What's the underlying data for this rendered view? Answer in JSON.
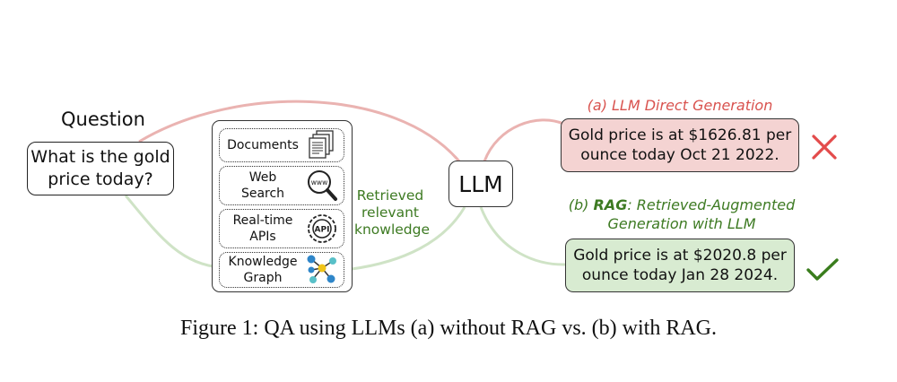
{
  "question": {
    "heading": "Question",
    "text_line1": "What is the gold",
    "text_line2": "price today?"
  },
  "sources": {
    "items": [
      {
        "line1": "Documents",
        "line2": "",
        "icon": "documents-icon"
      },
      {
        "line1": "Web",
        "line2": "Search",
        "icon": "web-search-icon"
      },
      {
        "line1": "Real-time",
        "line2": "APIs",
        "icon": "api-icon"
      },
      {
        "line1": "Knowledge",
        "line2": "Graph",
        "icon": "knowledge-graph-icon"
      }
    ],
    "api_icon_text": "API",
    "www_icon_text": "www"
  },
  "retrieved_label": {
    "line1": "Retrieved",
    "line2": "relevant",
    "line3": "knowledge"
  },
  "llm": {
    "label": "LLM"
  },
  "direct": {
    "caption": "(a) LLM Direct Generation",
    "answer_line1": "Gold price is at $1626.81 per",
    "answer_line2": "ounce today Oct 21 2022.",
    "verdict_icon": "cross-icon"
  },
  "rag": {
    "caption_prefix": "(b) ",
    "caption_rag": "RAG",
    "caption_rest": ": Retrieved-Augmented",
    "caption_line2": "Generation with LLM",
    "answer_line1": "Gold price is at $2020.8 per",
    "answer_line2": "ounce today Jan 28 2024.",
    "verdict_icon": "check-icon"
  },
  "figure_caption": "Figure 1: QA using LLMs (a) without RAG vs. (b) with RAG.",
  "colors": {
    "direct_path": "#eab3b1",
    "rag_path": "#cfe3c6",
    "direct_fill": "#f4d3d2",
    "rag_fill": "#d8ebd1",
    "cross": "#e34b4b",
    "check": "#3a7d1d",
    "graph_blue": "#2f86c9",
    "graph_teal": "#58c0c8",
    "graph_yellow": "#f0c419"
  }
}
